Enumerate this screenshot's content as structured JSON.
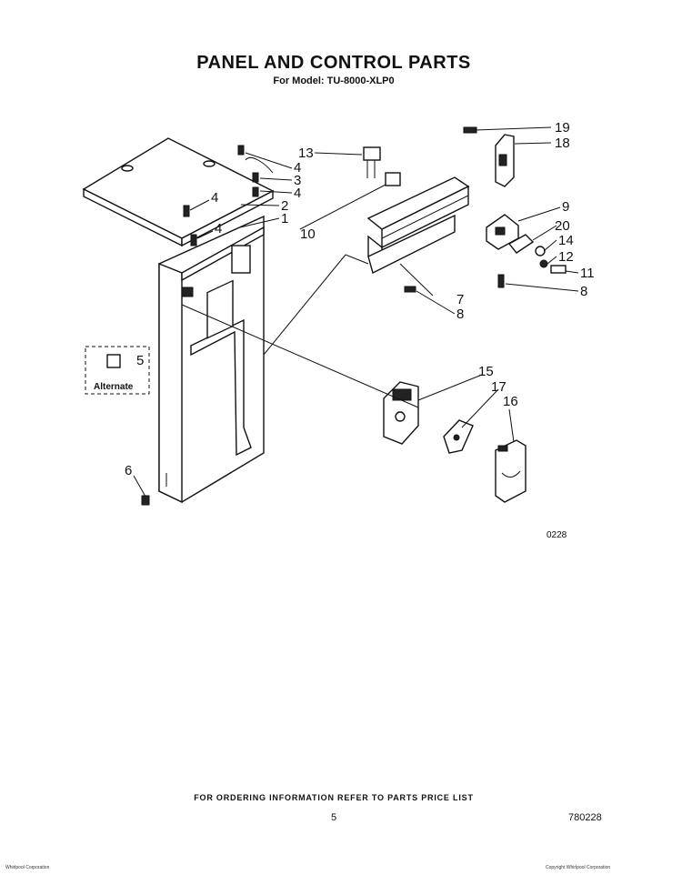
{
  "header": {
    "title": "PANEL AND CONTROL PARTS",
    "subtitle": "For Model: TU-8000-XLP0"
  },
  "callouts": {
    "c19": "19",
    "c18": "18",
    "c13": "13",
    "c4a": "4",
    "c3": "3",
    "c4b": "4",
    "c2": "2",
    "c4c": "4",
    "c1": "1",
    "c4d": "4",
    "c10": "10",
    "c9": "9",
    "c20": "20",
    "c14": "14",
    "c12": "12",
    "c11": "11",
    "c8a": "8",
    "c7": "7",
    "c8b": "8",
    "c5": "5",
    "c15": "15",
    "c17": "17",
    "c16": "16",
    "c6": "6"
  },
  "alternate_label": "Alternate",
  "ref_code": "0228",
  "footer": {
    "ordering_note": "FOR ORDERING INFORMATION REFER TO PARTS PRICE LIST",
    "page_number": "5",
    "code": "780228",
    "fine_left": "Whirlpool Corporation",
    "fine_right": "Copyright Whirlpool Corporation"
  }
}
